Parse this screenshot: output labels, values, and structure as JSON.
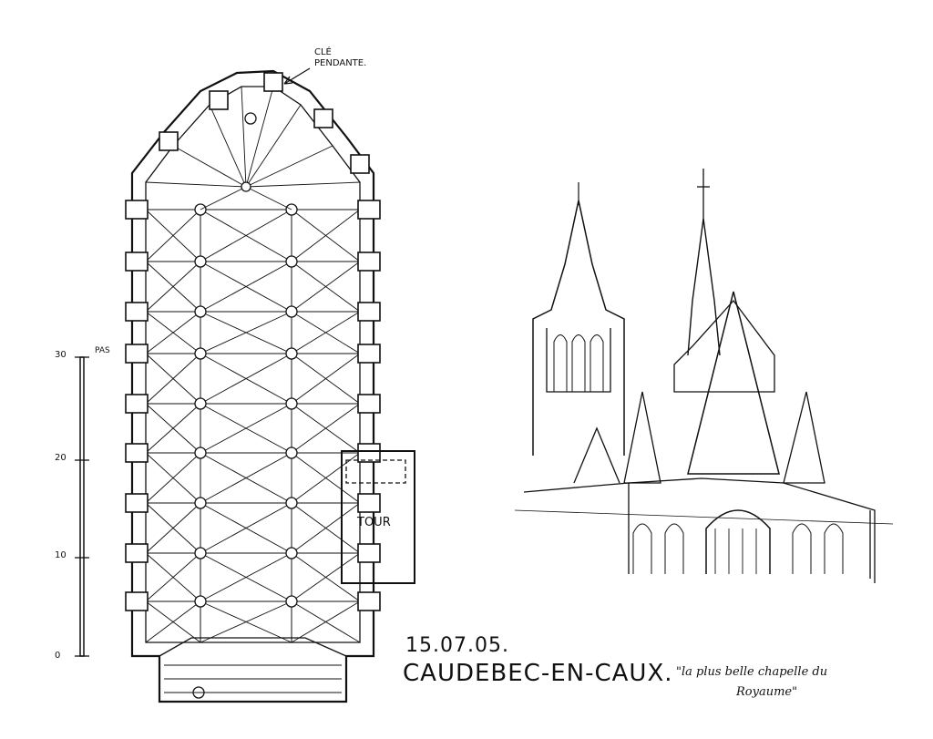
{
  "plan": {
    "annotation_line1": "CLÉ",
    "annotation_line2": "PENDANTE.",
    "tower_label": "TOUR"
  },
  "scale": {
    "unit": "PAS",
    "ticks": [
      "0",
      "10",
      "20",
      "30"
    ]
  },
  "caption": {
    "date": "15.07.05.",
    "place": "CAUDEBEC-EN-CAUX.",
    "quote_line1": "\"la plus belle chapelle du",
    "quote_line2": "Royaume\""
  }
}
